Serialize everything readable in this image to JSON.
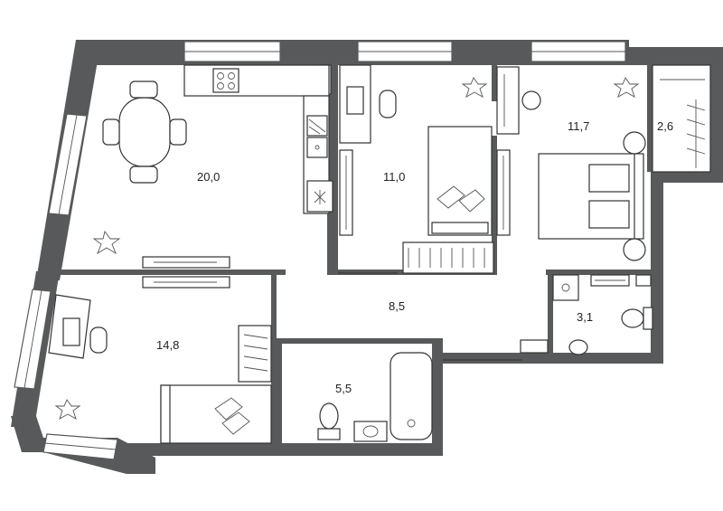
{
  "plan": {
    "rooms": [
      {
        "id": "living-kitchen",
        "area": "20,0"
      },
      {
        "id": "bedroom-center",
        "area": "11,0"
      },
      {
        "id": "bedroom-right",
        "area": "11,7"
      },
      {
        "id": "wardrobe",
        "area": "2,6"
      },
      {
        "id": "hall",
        "area": "8,5"
      },
      {
        "id": "bedroom-left",
        "area": "14,8"
      },
      {
        "id": "bathroom",
        "area": "5,5"
      },
      {
        "id": "wc",
        "area": "3,1"
      }
    ],
    "colors": {
      "wall": "#58595b",
      "line": "#3a3a3a",
      "background": "#ffffff"
    }
  }
}
